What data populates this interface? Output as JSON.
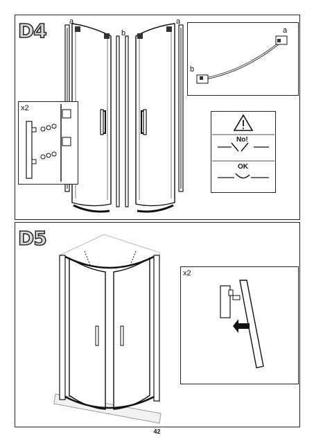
{
  "step_d4": {
    "label": "D4",
    "callout_a_left": "a",
    "callout_b_center": "b",
    "callout_a_right": "a",
    "inset_quantity": "x2",
    "detail_a": "a",
    "detail_b": "b",
    "warning": {
      "wrong_label": "No!",
      "correct_label": "OK"
    }
  },
  "step_d5": {
    "label": "D5",
    "inset_quantity": "x2"
  },
  "footer": {
    "page_number": "42"
  },
  "icons": [
    "warning-triangle-icon",
    "arrow-left-icon",
    "screw-icon",
    "handle-icon"
  ]
}
